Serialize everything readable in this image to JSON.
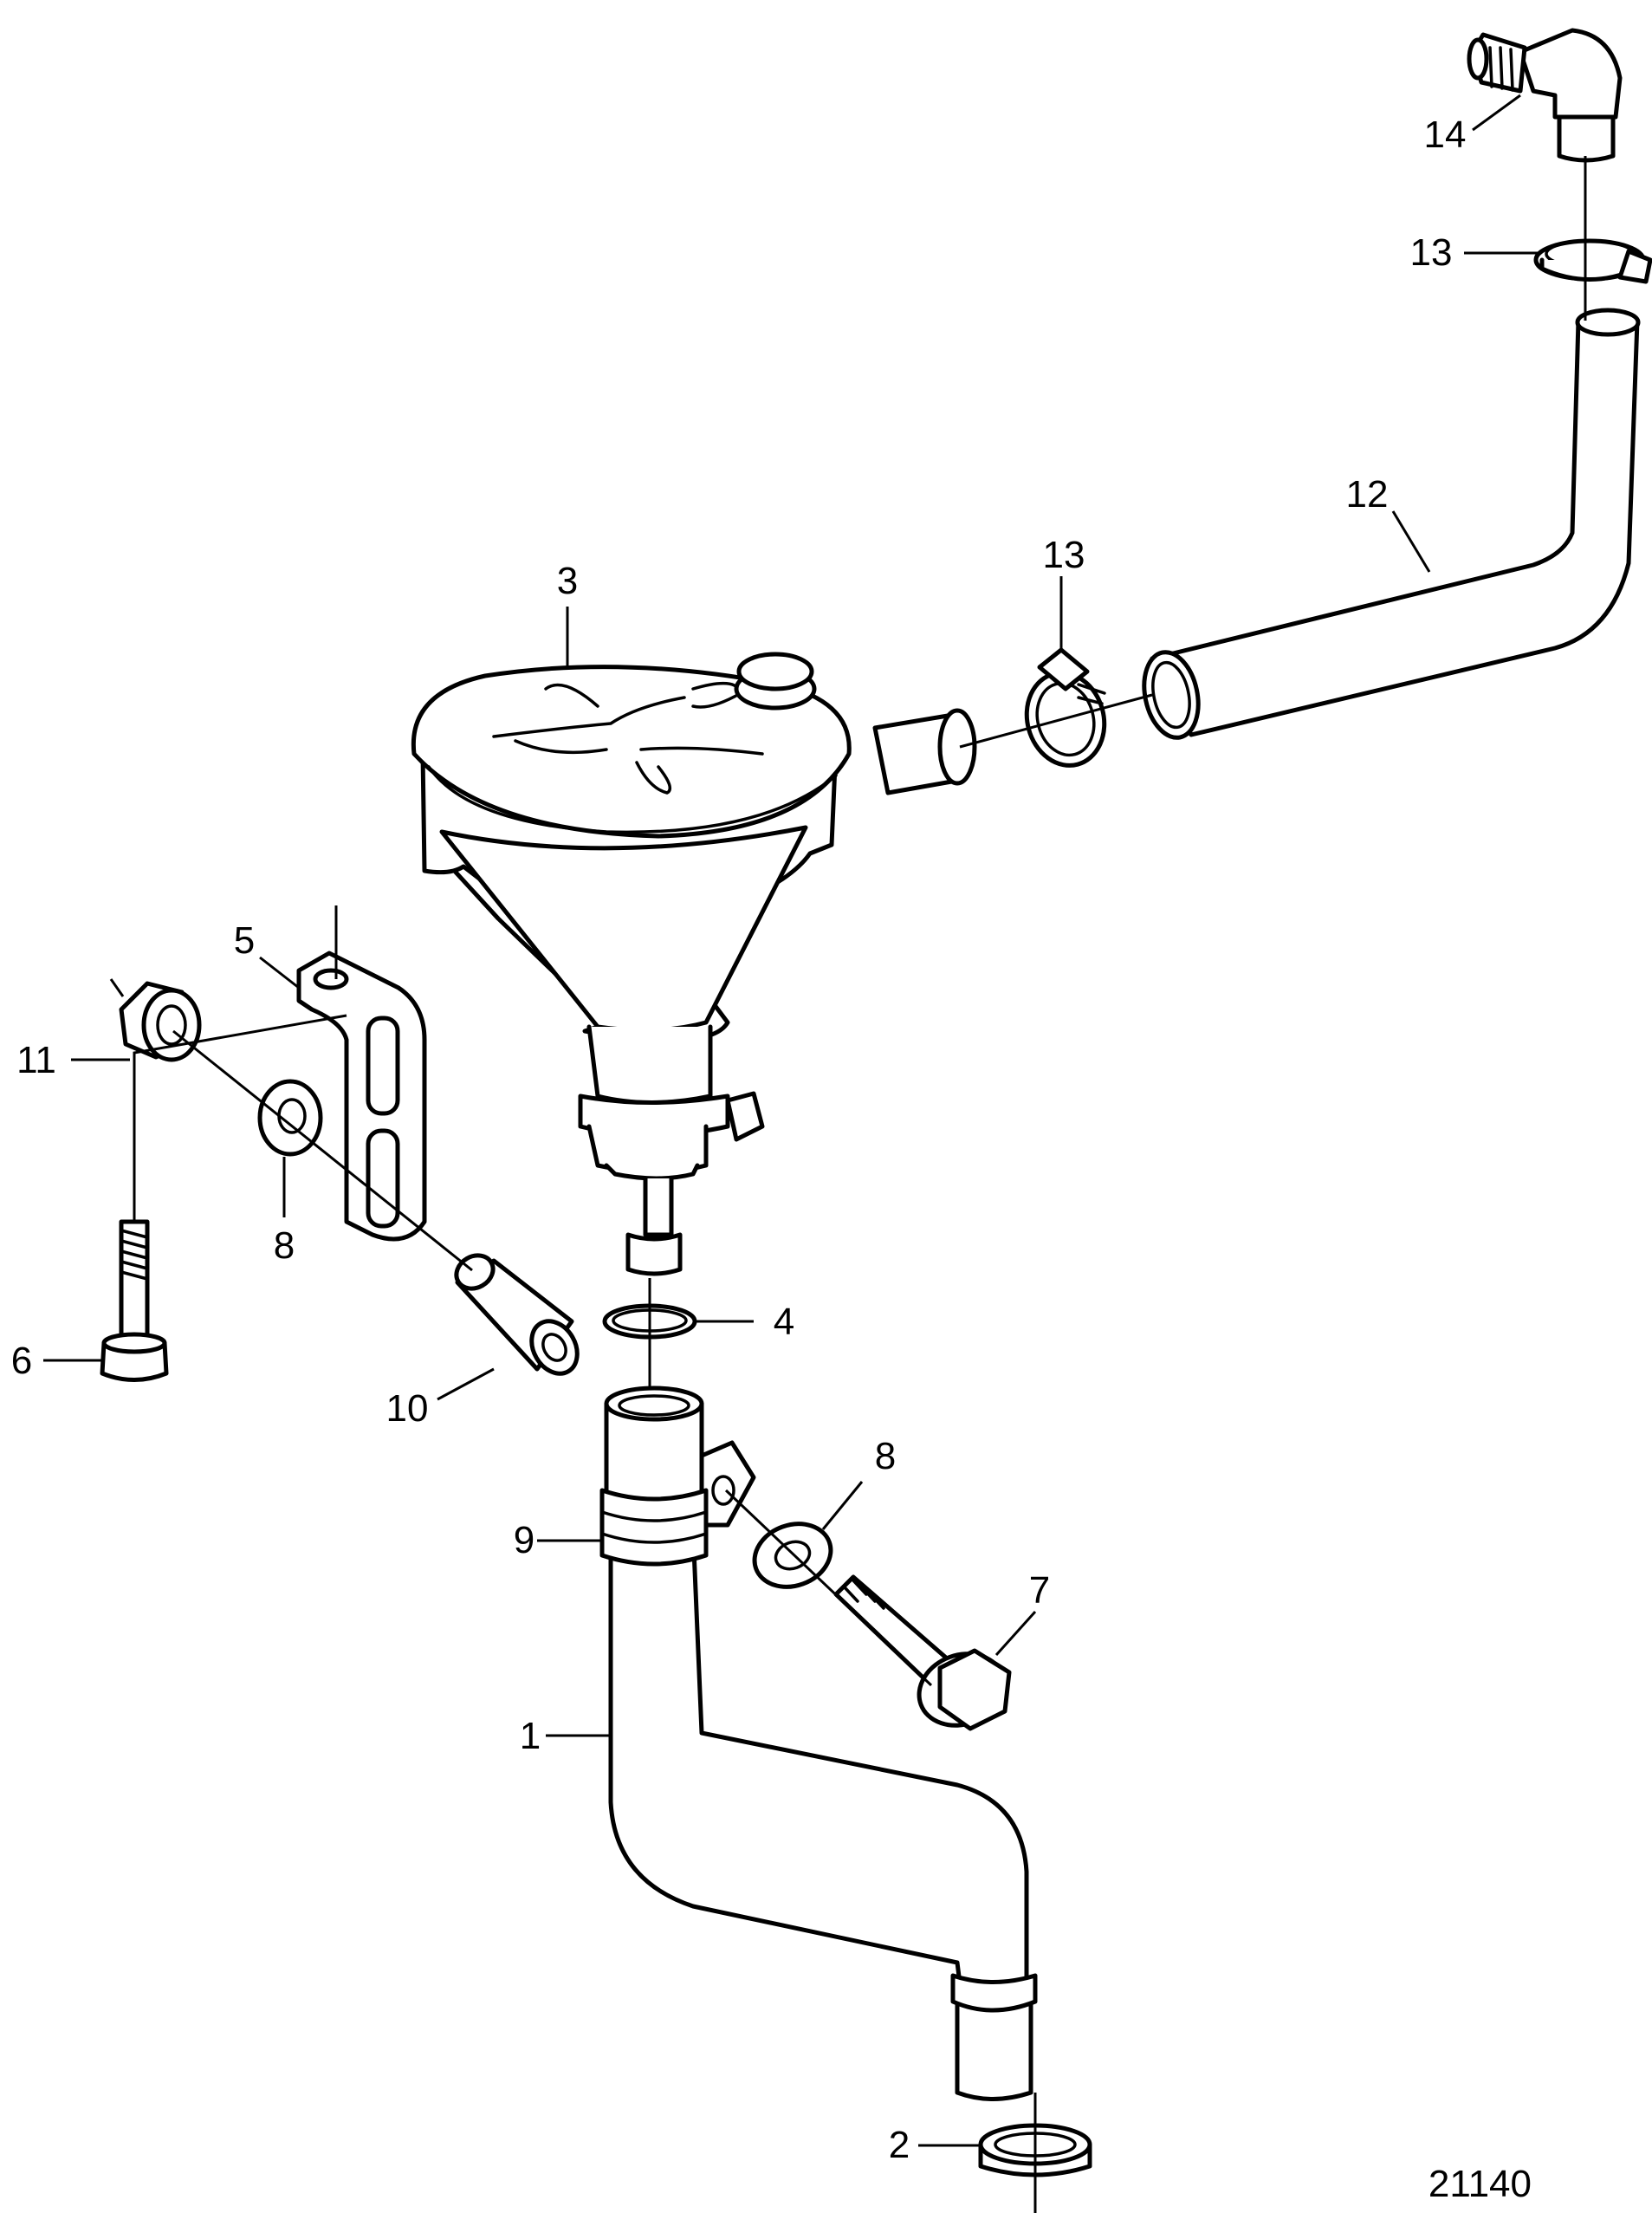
{
  "diagram": {
    "figure_number": "21140",
    "callouts": [
      "1",
      "2",
      "3",
      "4",
      "5",
      "6",
      "7",
      "8",
      "9",
      "10",
      "11",
      "12",
      "13",
      "14"
    ],
    "labels": {
      "c1": "1",
      "c2": "2",
      "c3": "3",
      "c4": "4",
      "c5": "5",
      "c6": "6",
      "c7": "7",
      "c8a": "8",
      "c8b": "8",
      "c9": "9",
      "c10": "10",
      "c11": "11",
      "c12": "12",
      "c13a": "13",
      "c13b": "13",
      "c14": "14"
    }
  }
}
